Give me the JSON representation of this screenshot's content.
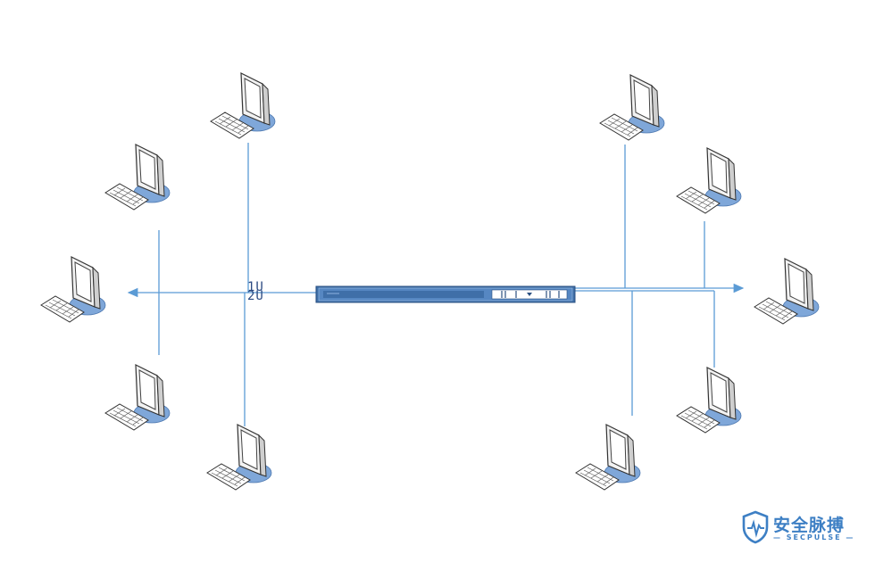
{
  "diagram": {
    "device_labels": [
      "1U",
      "2U"
    ],
    "workstation_icon": "computer-monitor-keyboard-icon",
    "server_icon": "rack-server-icon",
    "colors": {
      "line": "#5b9bd5",
      "monitor_frame": "#3a3a3a",
      "monitor_shadow": "#7fa7d9",
      "server_body": "#3f6fa8",
      "label": "#2b4a82"
    }
  },
  "logo": {
    "name": "安全脉搏",
    "subtitle": "— SECPULSE —",
    "icon": "shield-pulse-icon"
  }
}
